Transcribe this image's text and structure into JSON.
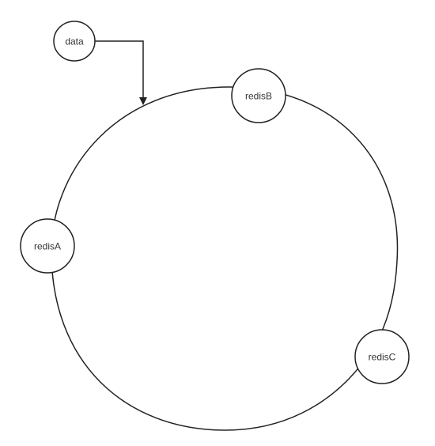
{
  "diagram": {
    "stroke_color": "#222222",
    "fill_color": "#ffffff",
    "nodes": {
      "data": "data",
      "redis_a": "redisA",
      "redis_b": "redisB",
      "redis_c": "redisC"
    }
  }
}
